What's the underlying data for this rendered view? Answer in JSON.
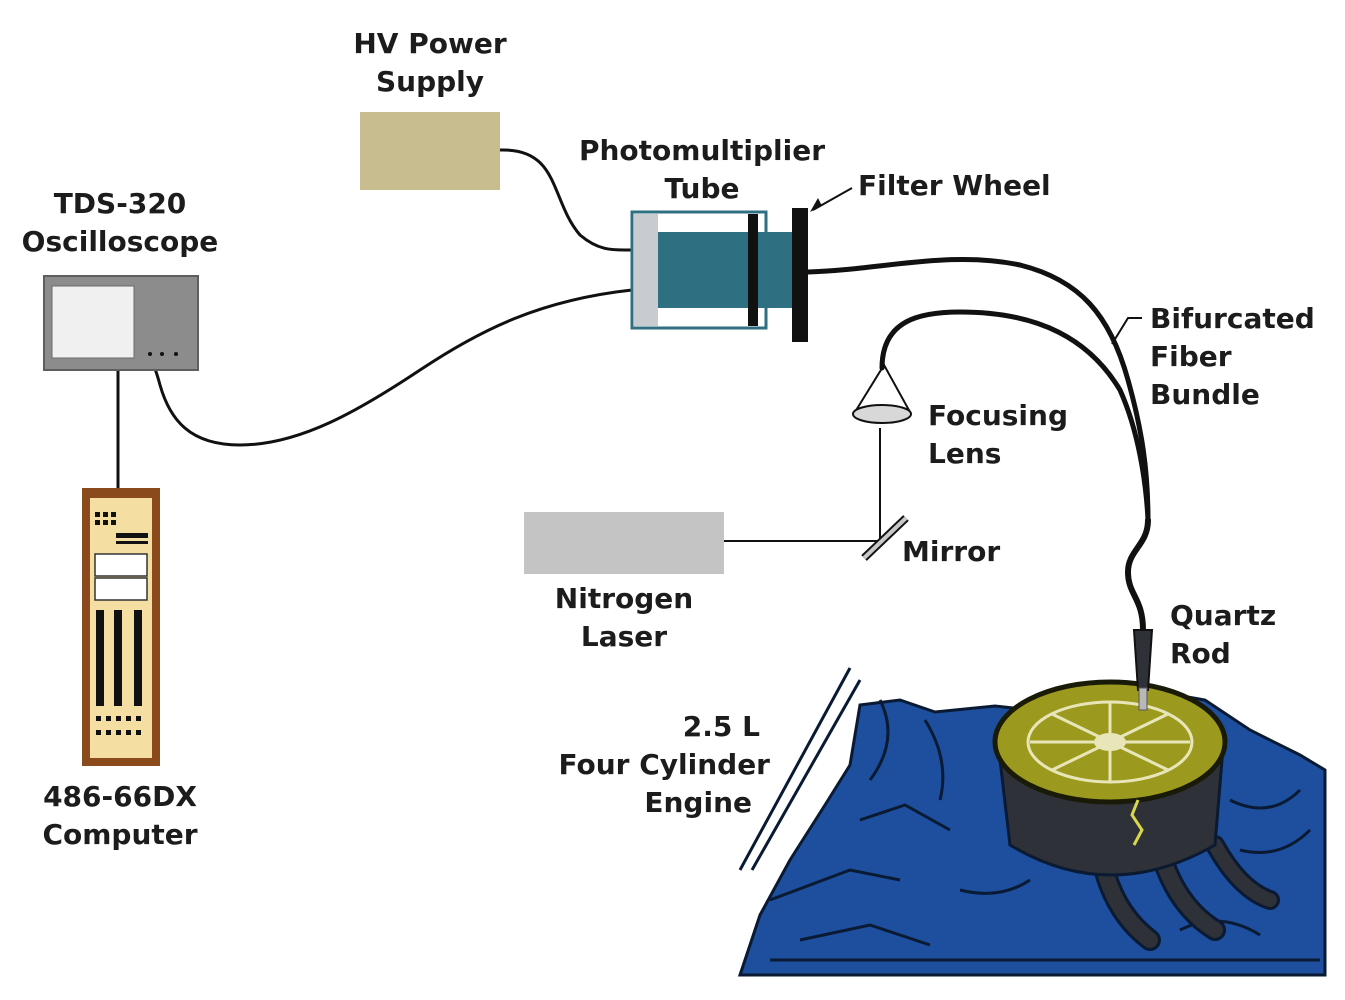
{
  "labels": {
    "hv_supply": [
      "HV Power",
      "Supply"
    ],
    "oscilloscope": [
      "TDS-320",
      "Oscilloscope"
    ],
    "pmt": [
      "Photomultiplier",
      "Tube"
    ],
    "filter_wheel": "Filter Wheel",
    "fiber_bundle": [
      "Bifurcated",
      "Fiber",
      "Bundle"
    ],
    "focusing_lens": [
      "Focusing",
      "Lens"
    ],
    "mirror": "Mirror",
    "laser": [
      "Nitrogen",
      "Laser"
    ],
    "quartz_rod": [
      "Quartz",
      "Rod"
    ],
    "engine": [
      "2.5 L",
      "Four Cylinder",
      "Engine"
    ],
    "computer": [
      "486-66DX",
      "Computer"
    ]
  },
  "colors": {
    "hv_supply": "#c8bd8e",
    "oscilloscope_body": "#8c8c8c",
    "oscilloscope_screen": "#f0f0f0",
    "pmt_body": "#2e6f82",
    "pmt_end": "#c8ccd0",
    "laser": "#c4c4c4",
    "computer_frame": "#8b4a1c",
    "computer_panel": "#f4dea2",
    "engine_blue": "#1d4f9e",
    "air_cleaner": "#9c9a1e",
    "cable": "#111111"
  }
}
